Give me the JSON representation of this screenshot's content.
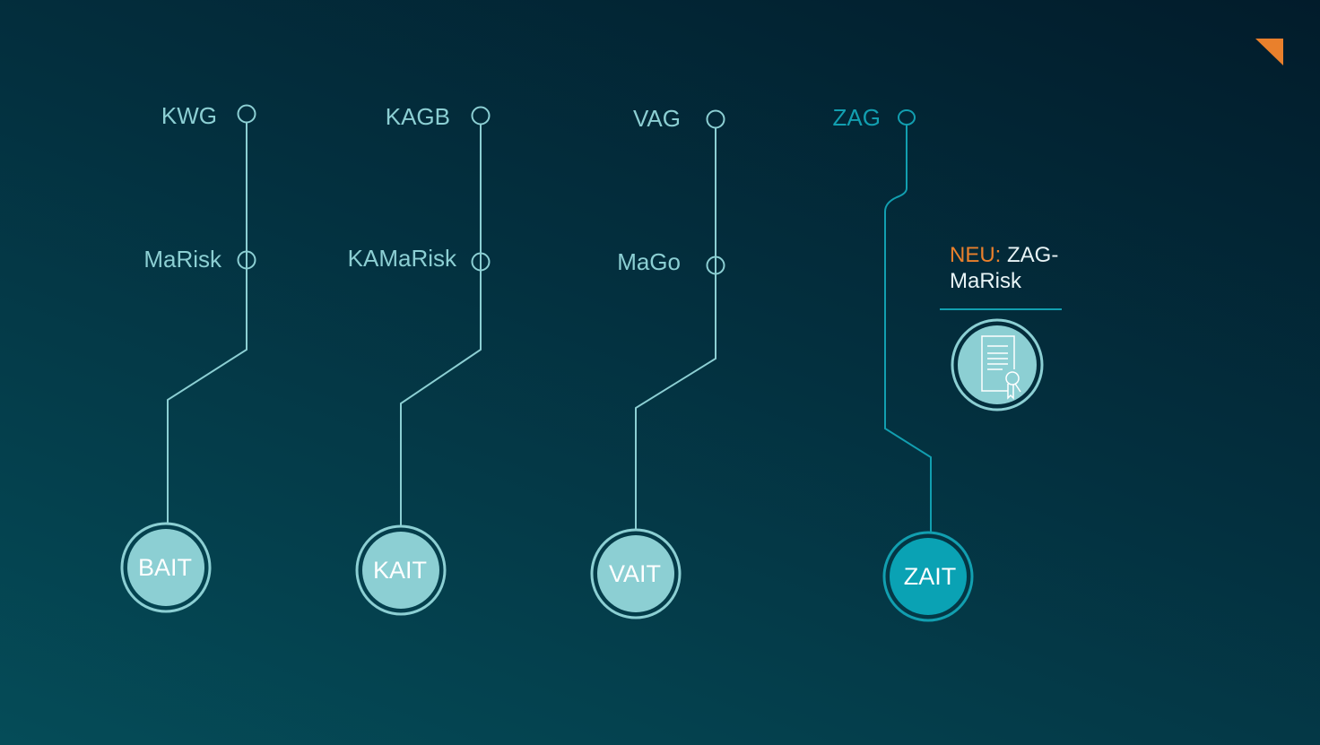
{
  "colors": {
    "accent": "#e9802c",
    "node": "#8ccfd3",
    "zait": "#0aa2b4"
  },
  "columns": [
    {
      "top": "KWG",
      "mid": "MaRisk",
      "node": "BAIT"
    },
    {
      "top": "KAGB",
      "mid": "KAMaRisk",
      "node": "KAIT"
    },
    {
      "top": "VAG",
      "mid": "MaGo",
      "node": "VAIT"
    },
    {
      "top": "ZAG",
      "node": "ZAIT"
    }
  ],
  "new_item": {
    "prefix": "NEU:",
    "label_line1": "ZAG-",
    "label_line2": "MaRisk",
    "icon": "certificate-icon"
  }
}
